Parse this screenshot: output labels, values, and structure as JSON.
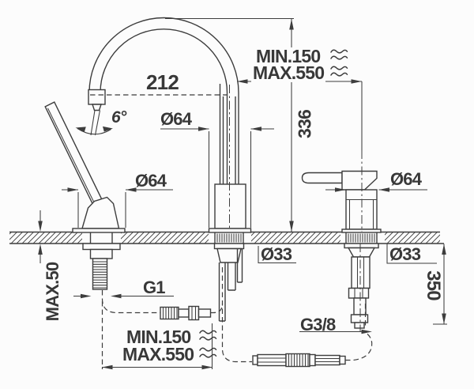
{
  "labels": {
    "reach": "212",
    "spout_base_diameter": "Ø64",
    "shower_base_diameter": "Ø64",
    "handle_diameter": "Ø64",
    "swivel_angle": "6°",
    "hose_min_top": "MIN.150",
    "hose_max_top": "MAX.550",
    "spout_height": "336",
    "spout_hole_diameter": "Ø33",
    "handle_hole_diameter": "Ø33",
    "deck_thickness": "MAX.50",
    "shower_thread": "G1",
    "supply_length": "350",
    "supply_thread": "G3/8",
    "hose_min_bottom": "MIN.150",
    "hose_max_bottom": "MAX.550"
  },
  "colors": {
    "line": "#3d3d3d",
    "text": "#383838",
    "background": "#fcfcfc"
  }
}
